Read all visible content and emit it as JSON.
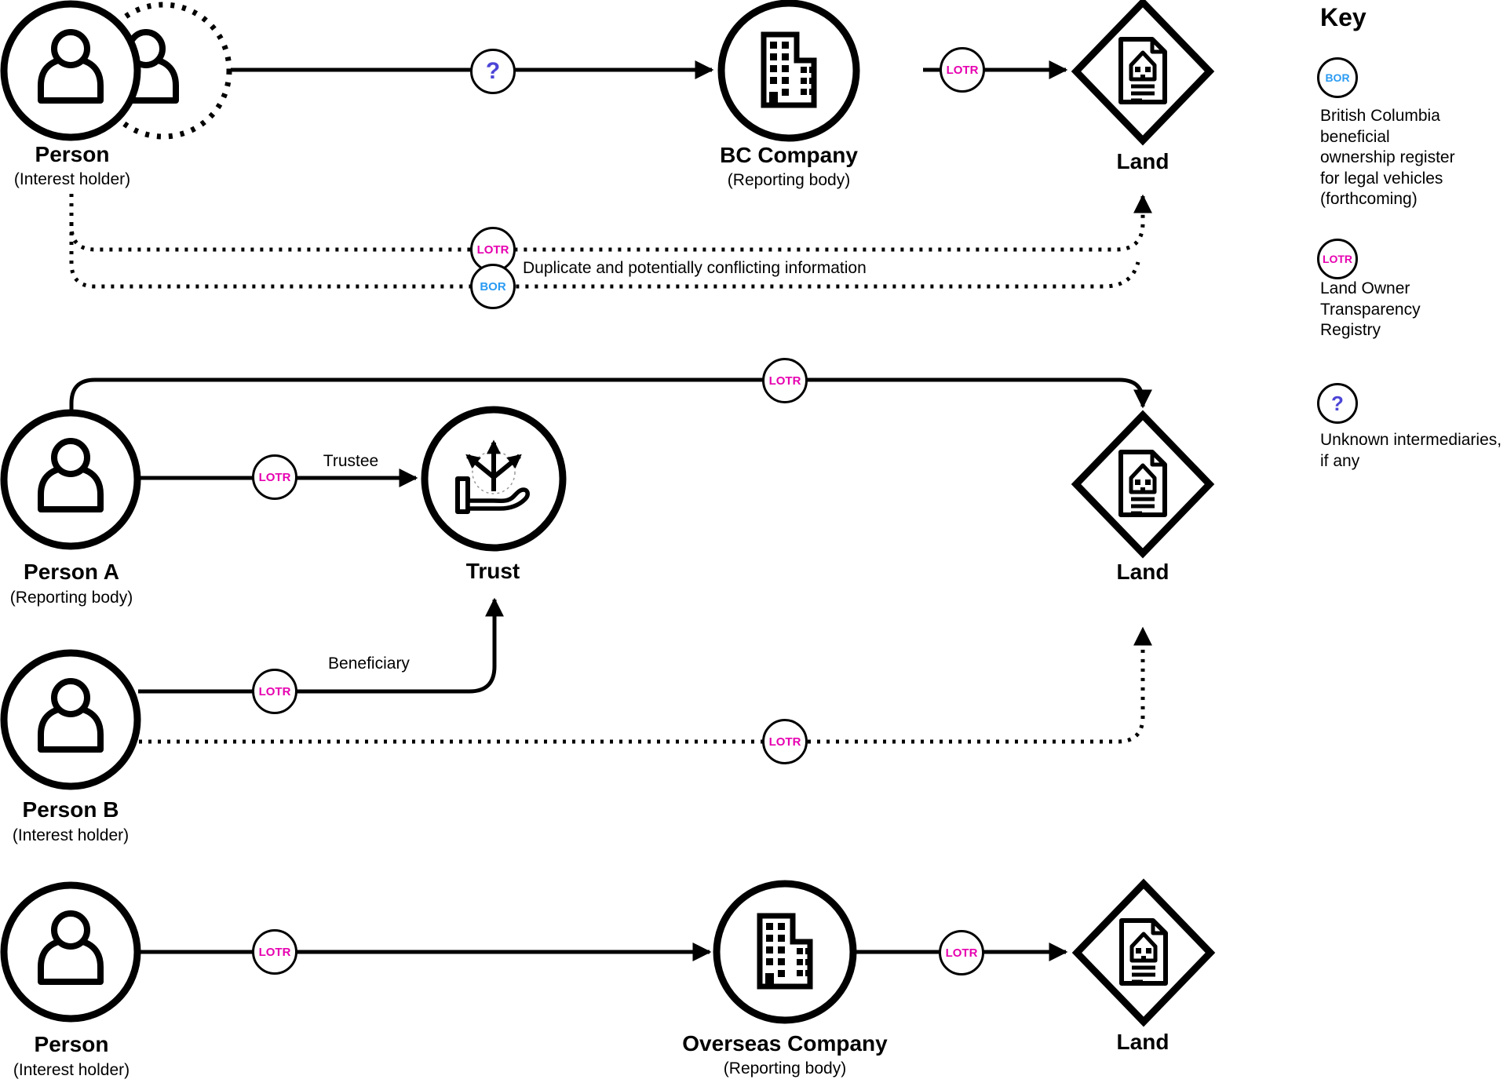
{
  "palette": {
    "ink": "#000000",
    "background": "#ffffff",
    "lotr_magenta": "#E600B0",
    "bor_blue": "#2B9BF2",
    "unknown_purple": "#4C45D6"
  },
  "badges": {
    "lotr": "LOTR",
    "bor": "BOR",
    "unknown": "?"
  },
  "rows": {
    "top": {
      "person": {
        "name": "Person",
        "role": "(Interest holder)"
      },
      "company": {
        "name": "BC Company",
        "role": "(Reporting body)"
      },
      "land": {
        "name": "Land"
      },
      "note": "Duplicate and potentially conflicting information"
    },
    "middle": {
      "person_a": {
        "name": "Person A",
        "role": "(Reporting body)"
      },
      "person_b": {
        "name": "Person B",
        "role": "(Interest holder)"
      },
      "trust": {
        "name": "Trust"
      },
      "land": {
        "name": "Land"
      },
      "trustee_label": "Trustee",
      "beneficiary_label": "Beneficiary"
    },
    "bottom": {
      "person": {
        "name": "Person",
        "role": "(Interest holder)"
      },
      "company": {
        "name": "Overseas Company",
        "role": "(Reporting body)"
      },
      "land": {
        "name": "Land"
      }
    }
  },
  "key": {
    "title": "Key",
    "entries": [
      {
        "badge": "BOR",
        "lines": [
          "British Columbia",
          "beneficial",
          "ownership register",
          "for legal vehicles",
          "(forthcoming)"
        ]
      },
      {
        "badge": "LOTR",
        "lines": [
          "Land Owner",
          "Transparency",
          "Registry"
        ]
      },
      {
        "badge": "?",
        "lines": [
          "Unknown intermediaries,",
          "if any"
        ]
      }
    ]
  }
}
